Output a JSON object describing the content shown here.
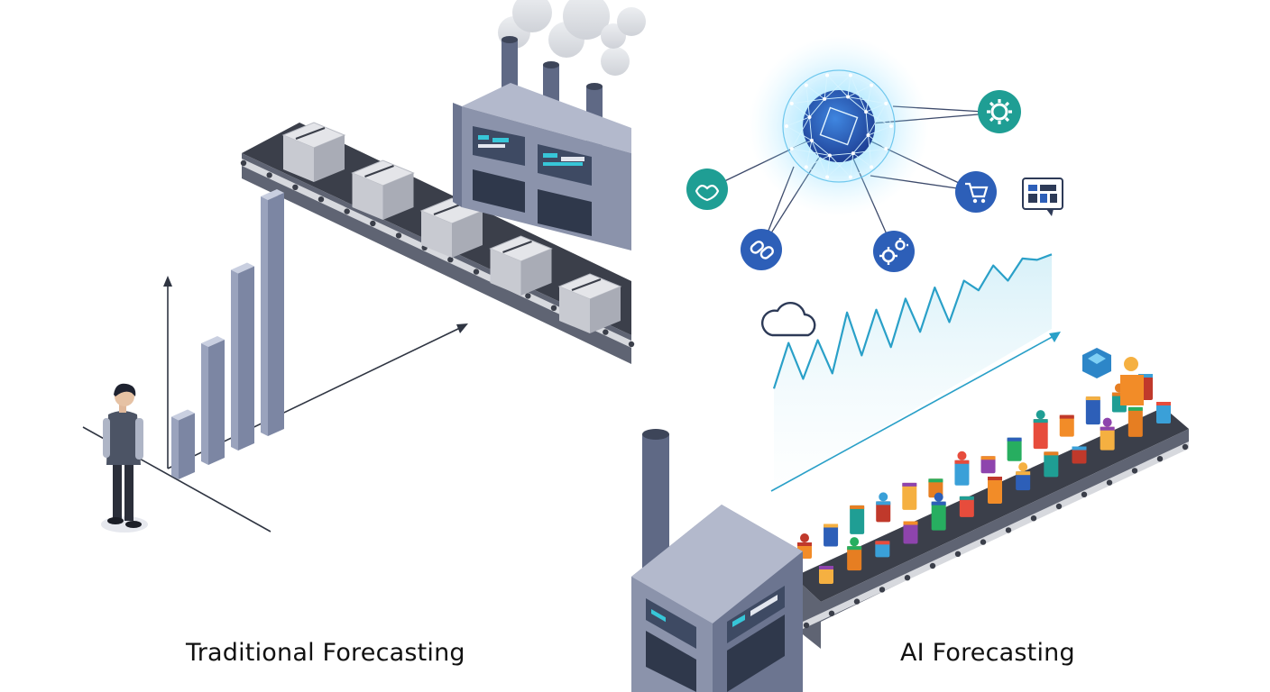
{
  "captions": {
    "left": "Traditional Forecasting",
    "right": "AI Forecasting"
  },
  "traditional": {
    "bar_chart": {
      "type": "bar",
      "values": [
        1,
        2,
        3,
        4
      ]
    },
    "box_count": 5
  },
  "ai": {
    "network_icons": [
      "heart-icon",
      "gear-icon",
      "shopping-cart-icon",
      "dashboard-icon",
      "link-icon",
      "gears-icon",
      "cloud-icon"
    ],
    "line_chart": {
      "type": "line",
      "values": [
        3.5,
        6.8,
        4.2,
        7.0,
        4.6,
        9.0,
        5.9,
        9.2,
        6.5,
        10.0,
        7.6,
        10.8,
        8.3,
        11.3,
        10.6,
        12.4,
        11.3,
        12.9,
        12.8,
        13.2
      ]
    }
  },
  "colors": {
    "factory": "#8b93ab",
    "factory_dark": "#5f6985",
    "belt": "#3b3f4a",
    "accent": "#2aa0c8",
    "teal": "#1f9e94",
    "blue": "#2d5fb8"
  }
}
